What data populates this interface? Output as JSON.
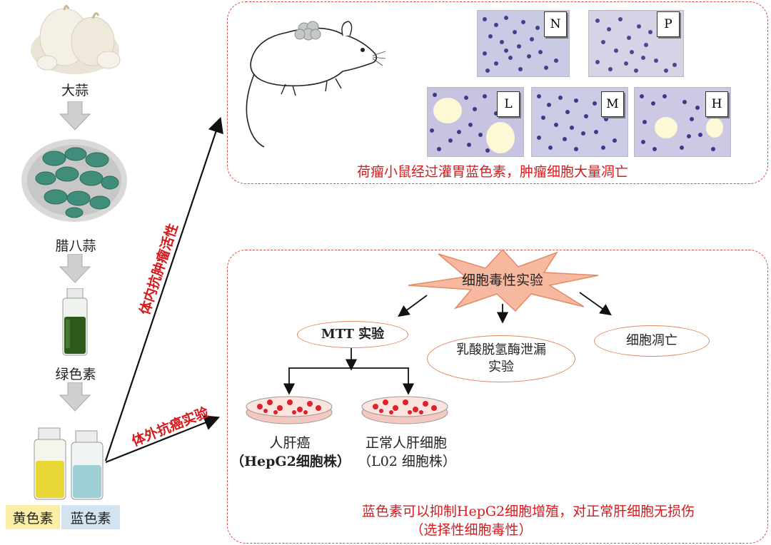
{
  "left_column": {
    "garlic_label": "大蒜",
    "laba_label": "腊八蒜",
    "green_label": "绿色素",
    "yellow_label": "黄色素",
    "blue_label": "蓝色素"
  },
  "arrows": {
    "in_vivo_label": "体内抗肿瘤活性",
    "in_vitro_label": "体外抗癌实验"
  },
  "in_vivo_panel": {
    "micrograph_tags": [
      "N",
      "P",
      "L",
      "M",
      "H"
    ],
    "caption": "荷瘤小鼠经过灌胃蓝色素，肿瘤细胞大量凋亡"
  },
  "in_vitro_panel": {
    "burst_label": "细胞毒性实验",
    "mtt_label": "MTT 实验",
    "ldh_label_line1": "乳酸脱氢酶泄漏",
    "ldh_label_line2": "实验",
    "apoptosis_label": "细胞凋亡",
    "dish1_line1": "人肝癌",
    "dish1_line2": "（HepG2细胞株）",
    "dish2_line1": "正常人肝细胞",
    "dish2_line2": "（L02 细胞株）",
    "conclusion_line1": "蓝色素可以抑制HepG2细胞增殖，对正常肝细胞无损伤",
    "conclusion_line2": "（选择性细胞毒性）"
  },
  "colors": {
    "accent_red": "#d7191c",
    "panel_border": "#d94a4a",
    "yellow_label_bg": "#fbeea6",
    "blue_label_bg": "#d4e3f0"
  }
}
